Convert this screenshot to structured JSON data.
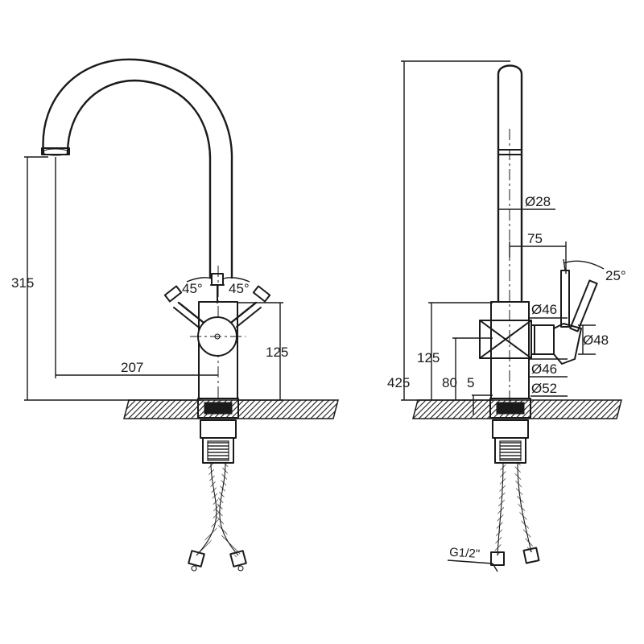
{
  "front_view": {
    "height_315": "315",
    "reach_207": "207",
    "body_125": "125",
    "angle_left": "45°",
    "angle_right": "45°"
  },
  "side_view": {
    "total_425": "425",
    "body_125": "125",
    "base_80": "80",
    "gap_5": "5",
    "dia_28": "Ø28",
    "offset_75": "75",
    "angle_25": "25°",
    "dia_46_top": "Ø46",
    "dia_48": "Ø48",
    "dia_46_bottom": "Ø46",
    "dia_52": "Ø52",
    "thread": "G1/2\""
  },
  "colors": {
    "line": "#1a1a1a",
    "paper": "#ffffff",
    "countertop_hatch": "#1a1a1a"
  }
}
